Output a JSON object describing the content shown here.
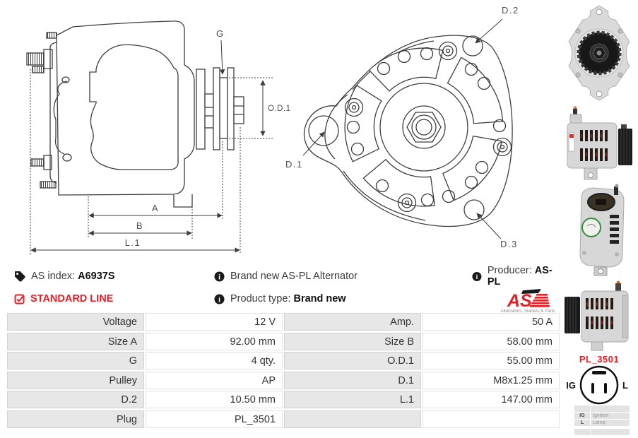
{
  "colors": {
    "accent_red": "#ed1c24",
    "table_label_bg": "#e7e7e7",
    "text": "#333333",
    "drawing_line": "#3d3d3d"
  },
  "drawings": {
    "side": {
      "g": "G",
      "od1": "O.D.1",
      "a": "A",
      "b": "B",
      "l1": "L.1"
    },
    "front": {
      "d1": "D.1",
      "d2": "D.2",
      "d3": "D.3"
    }
  },
  "info": {
    "as_index_label": "AS index:",
    "as_index_value": "A6937S",
    "standard_line": "STANDARD LINE",
    "brand_new_text": "Brand new AS-PL Alternator",
    "product_type_label": "Product type:",
    "product_type_value": "Brand new",
    "producer_label": "Producer:",
    "producer_value": "AS-PL",
    "logo_text": "AS",
    "logo_subtitle": "Alternators, Starters & Parts"
  },
  "spec_table": {
    "rows": [
      {
        "l1": "Voltage",
        "v1": "12 V",
        "l2": "Amp.",
        "v2": "50 A"
      },
      {
        "l1": "Size A",
        "v1": "92.00 mm",
        "l2": "Size B",
        "v2": "58.00 mm"
      },
      {
        "l1": "G",
        "v1": "4 qty.",
        "l2": "O.D.1",
        "v2": "55.00 mm"
      },
      {
        "l1": "Pulley",
        "v1": "AP",
        "l2": "D.1",
        "v2": "M8x1.25 mm"
      },
      {
        "l1": "D.2",
        "v1": "10.50 mm",
        "l2": "L.1",
        "v2": "147.00 mm"
      },
      {
        "l1": "Plug",
        "v1": "PL_3501",
        "l2": "",
        "v2": ""
      }
    ]
  },
  "plug": {
    "code": "PL_3501",
    "pin_left": "IG",
    "pin_right": "L",
    "legend": [
      {
        "key": "IG",
        "value": "Ignition"
      },
      {
        "key": "L",
        "value": "Lamp"
      }
    ]
  }
}
